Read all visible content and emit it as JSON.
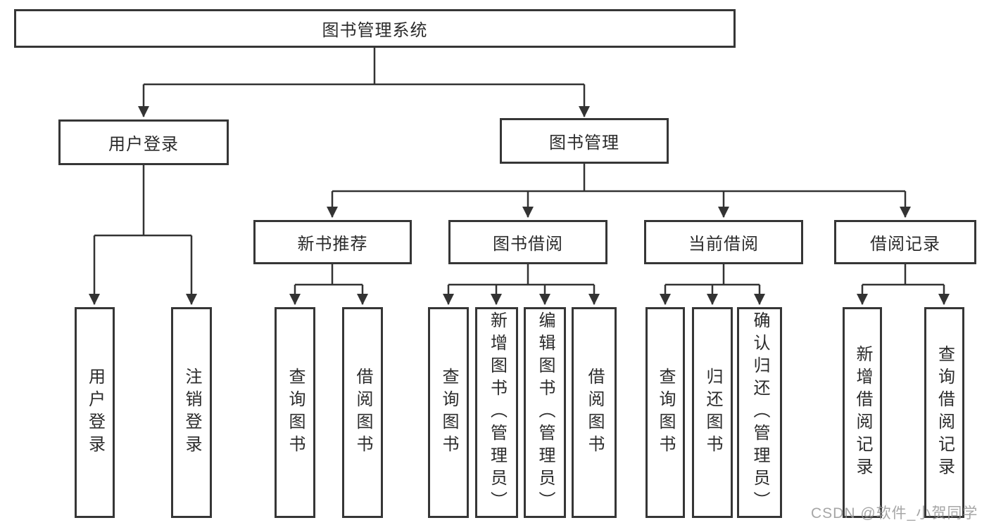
{
  "diagram": {
    "root": {
      "label": "图书管理系统"
    },
    "user_login": {
      "label": "用户登录",
      "children": [
        {
          "label": "用户登录"
        },
        {
          "label": "注销登录"
        }
      ]
    },
    "book_mgmt": {
      "label": "图书管理",
      "groups": [
        {
          "label": "新书推荐",
          "children": [
            {
              "label": "查询图书"
            },
            {
              "label": "借阅图书"
            }
          ]
        },
        {
          "label": "图书借阅",
          "children": [
            {
              "label": "查询图书"
            },
            {
              "label": "新增图书（管理员）"
            },
            {
              "label": "编辑图书（管理员）"
            },
            {
              "label": "借阅图书"
            }
          ]
        },
        {
          "label": "当前借阅",
          "children": [
            {
              "label": "查询图书"
            },
            {
              "label": "归还图书"
            },
            {
              "label": "确认归还（管理员）"
            }
          ]
        },
        {
          "label": "借阅记录",
          "children": [
            {
              "label": "新增借阅记录"
            },
            {
              "label": "查询借阅记录"
            }
          ]
        }
      ]
    }
  },
  "watermark": {
    "text": "CSDN @软件_小贺同学"
  },
  "colors": {
    "border": "#363636",
    "line": "#333333",
    "text": "#2b2b2b",
    "watermark": "#969696",
    "background": "#ffffff"
  }
}
